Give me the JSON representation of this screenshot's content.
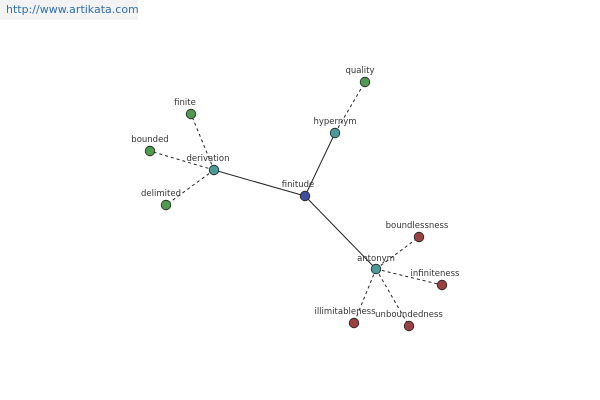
{
  "watermark": {
    "text": "http://www.artikata.com"
  },
  "colors": {
    "center": "#3f4f9a",
    "relation": "#4a9a9a",
    "synonym_green": "#4e9a4e",
    "antonym_red": "#9a4040",
    "edge": "#222222",
    "node_stroke": "#222222"
  },
  "graph": {
    "nodes": [
      {
        "id": "finitude",
        "label": "finitude",
        "kind": "center"
      },
      {
        "id": "derivation",
        "label": "derivation",
        "kind": "relation"
      },
      {
        "id": "hypernym",
        "label": "hypernym",
        "kind": "relation"
      },
      {
        "id": "antonym",
        "label": "antonym",
        "kind": "relation"
      },
      {
        "id": "finite",
        "label": "finite",
        "kind": "green"
      },
      {
        "id": "bounded",
        "label": "bounded",
        "kind": "green"
      },
      {
        "id": "delimited",
        "label": "delimited",
        "kind": "green"
      },
      {
        "id": "quality",
        "label": "quality",
        "kind": "green"
      },
      {
        "id": "boundlessness",
        "label": "boundlessness",
        "kind": "red"
      },
      {
        "id": "infiniteness",
        "label": "infiniteness",
        "kind": "red"
      },
      {
        "id": "unboundedness",
        "label": "unboundedness",
        "kind": "red"
      },
      {
        "id": "illimitableness",
        "label": "illimitableness",
        "kind": "red"
      }
    ],
    "edges": [
      {
        "from": "finitude",
        "to": "derivation",
        "style": "solid"
      },
      {
        "from": "finitude",
        "to": "hypernym",
        "style": "solid"
      },
      {
        "from": "finitude",
        "to": "antonym",
        "style": "solid"
      },
      {
        "from": "derivation",
        "to": "finite",
        "style": "dashed"
      },
      {
        "from": "derivation",
        "to": "bounded",
        "style": "dashed"
      },
      {
        "from": "derivation",
        "to": "delimited",
        "style": "dashed"
      },
      {
        "from": "hypernym",
        "to": "quality",
        "style": "dashed"
      },
      {
        "from": "antonym",
        "to": "boundlessness",
        "style": "dashed"
      },
      {
        "from": "antonym",
        "to": "infiniteness",
        "style": "dashed"
      },
      {
        "from": "antonym",
        "to": "unboundedness",
        "style": "dashed"
      },
      {
        "from": "antonym",
        "to": "illimitableness",
        "style": "dashed"
      }
    ]
  }
}
